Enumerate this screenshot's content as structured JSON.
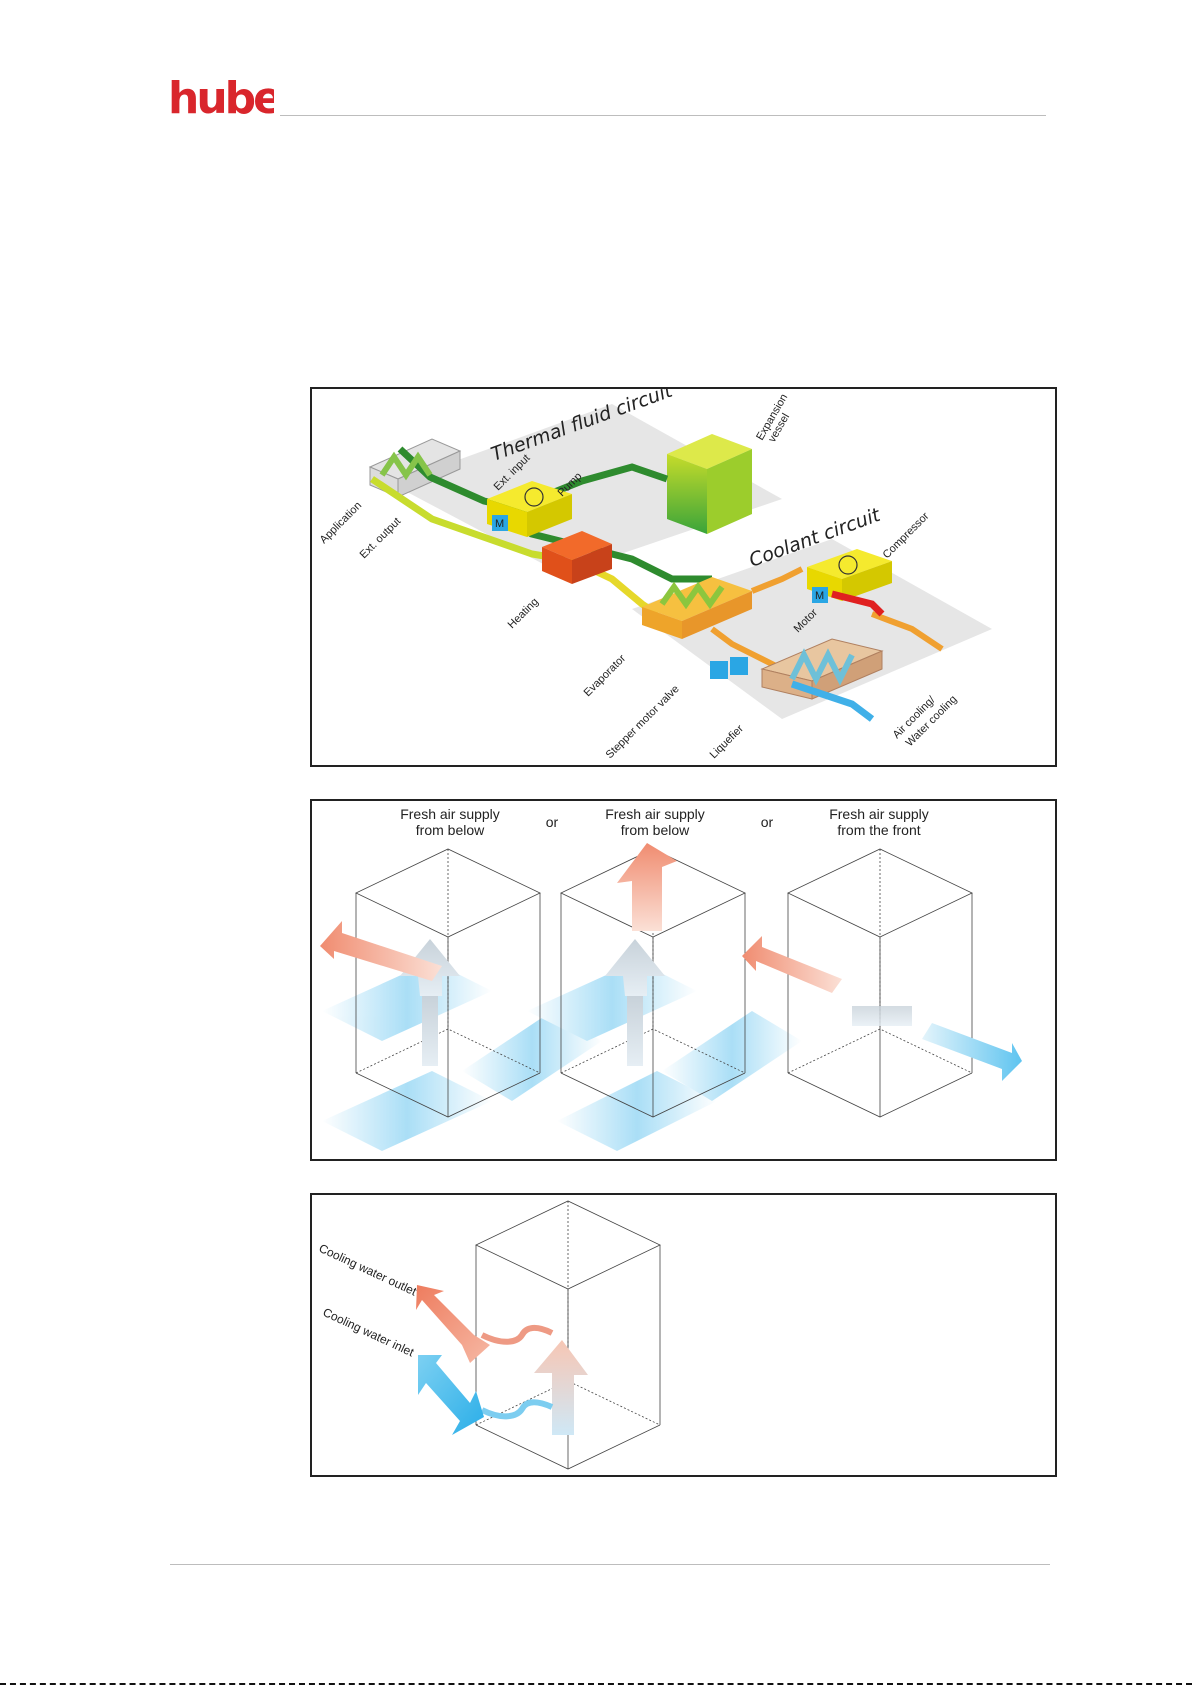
{
  "header": {
    "brand": "huber"
  },
  "colors": {
    "brand_red": "#d9262c",
    "rule_gray": "#bdbdbd"
  },
  "figure1": {
    "title_thermal": "Thermal fluid circuit",
    "title_coolant": "Coolant circuit",
    "labels": {
      "expansion_vessel_1": "Expansion",
      "expansion_vessel_2": "vessel",
      "ext_input": "Ext. input",
      "pump": "Pump",
      "application": "Application",
      "ext_output": "Ext. output",
      "heating": "Heating",
      "compressor": "Compressor",
      "motor": "Motor",
      "evaporator": "Evaporator",
      "stepper_motor_valve": "Stepper motor valve",
      "liquefier": "Liquefier",
      "air_cooling": "Air cooling/",
      "water_cooling": "Water cooling",
      "motor_badge": "M"
    }
  },
  "figure2": {
    "panels": [
      {
        "line1": "Fresh air supply",
        "line2": "from below"
      },
      {
        "line1": "Fresh air supply",
        "line2": "from below"
      },
      {
        "line1": "Fresh air supply",
        "line2": "from the front"
      }
    ],
    "separator": "or"
  },
  "figure3": {
    "outlet": "Cooling water outlet",
    "inlet": "Cooling water inlet"
  }
}
